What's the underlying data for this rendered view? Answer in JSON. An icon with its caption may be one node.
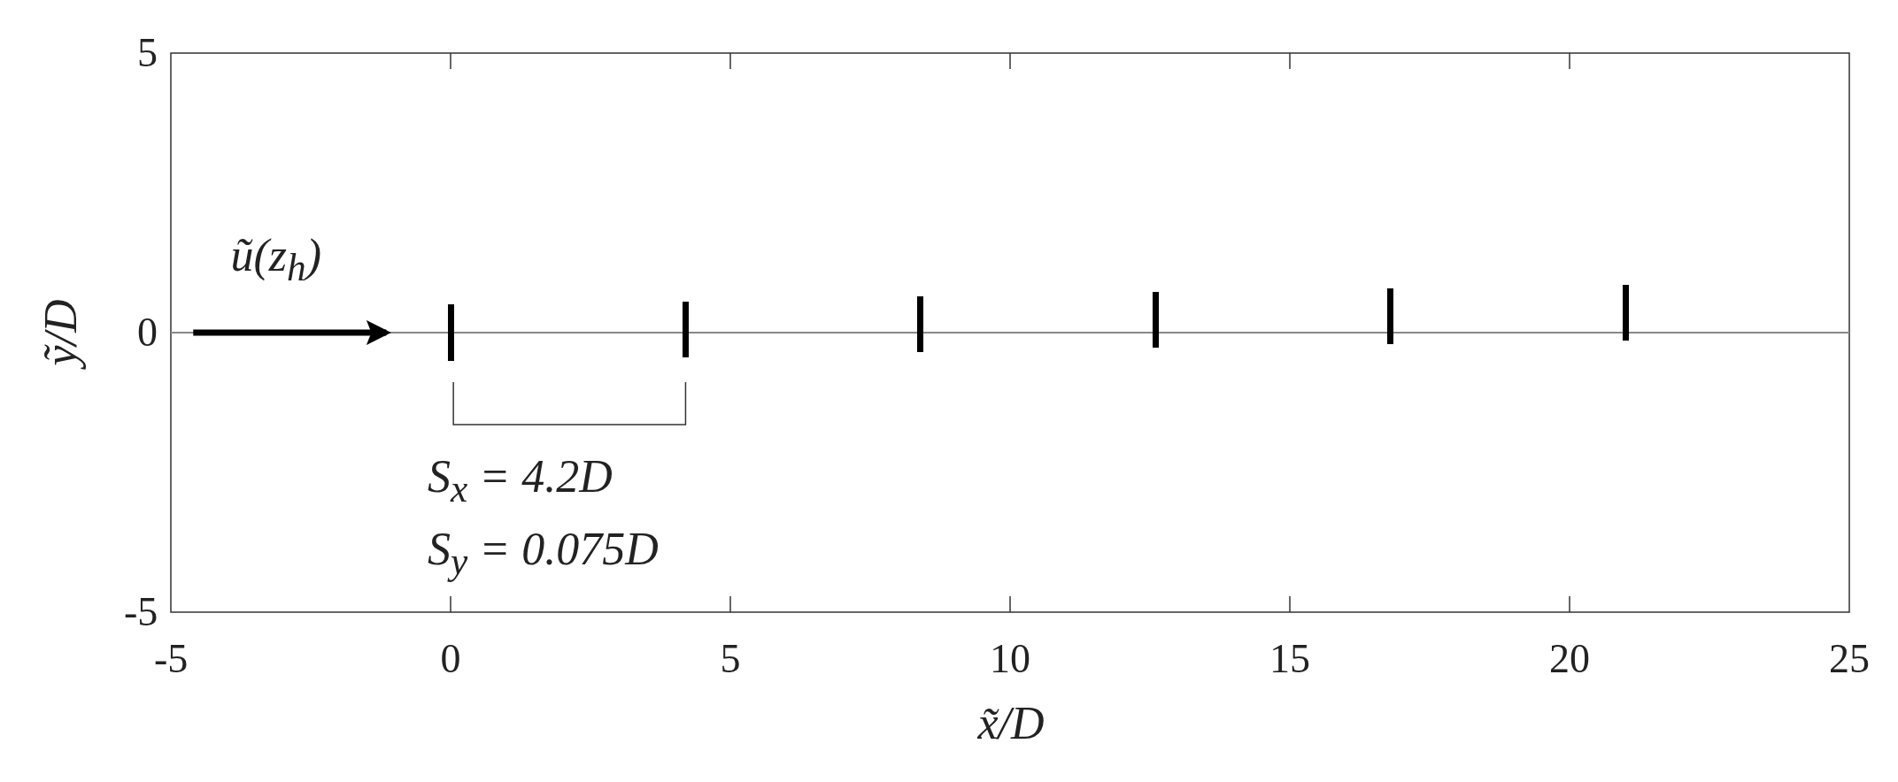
{
  "diagram": {
    "nodes": [
      {
        "text": [],
        "shape": "bar"
      },
      {
        "text": [],
        "shape": "bar"
      },
      {
        "text": [],
        "shape": "bar"
      },
      {
        "text": [],
        "shape": "bar"
      },
      {
        "text": [],
        "shape": "bar"
      },
      {
        "text": [],
        "shape": "bar"
      }
    ],
    "labels": [
      "5",
      "0",
      "-5",
      "-5",
      "0",
      "5",
      "10",
      "15",
      "20",
      "25",
      "ỹ/D",
      "x̃/D",
      "ũ(z$_{h}$)",
      "S$_{x}$ = 4.2D",
      "S$_{y}$ = 0.075D"
    ]
  }
}
